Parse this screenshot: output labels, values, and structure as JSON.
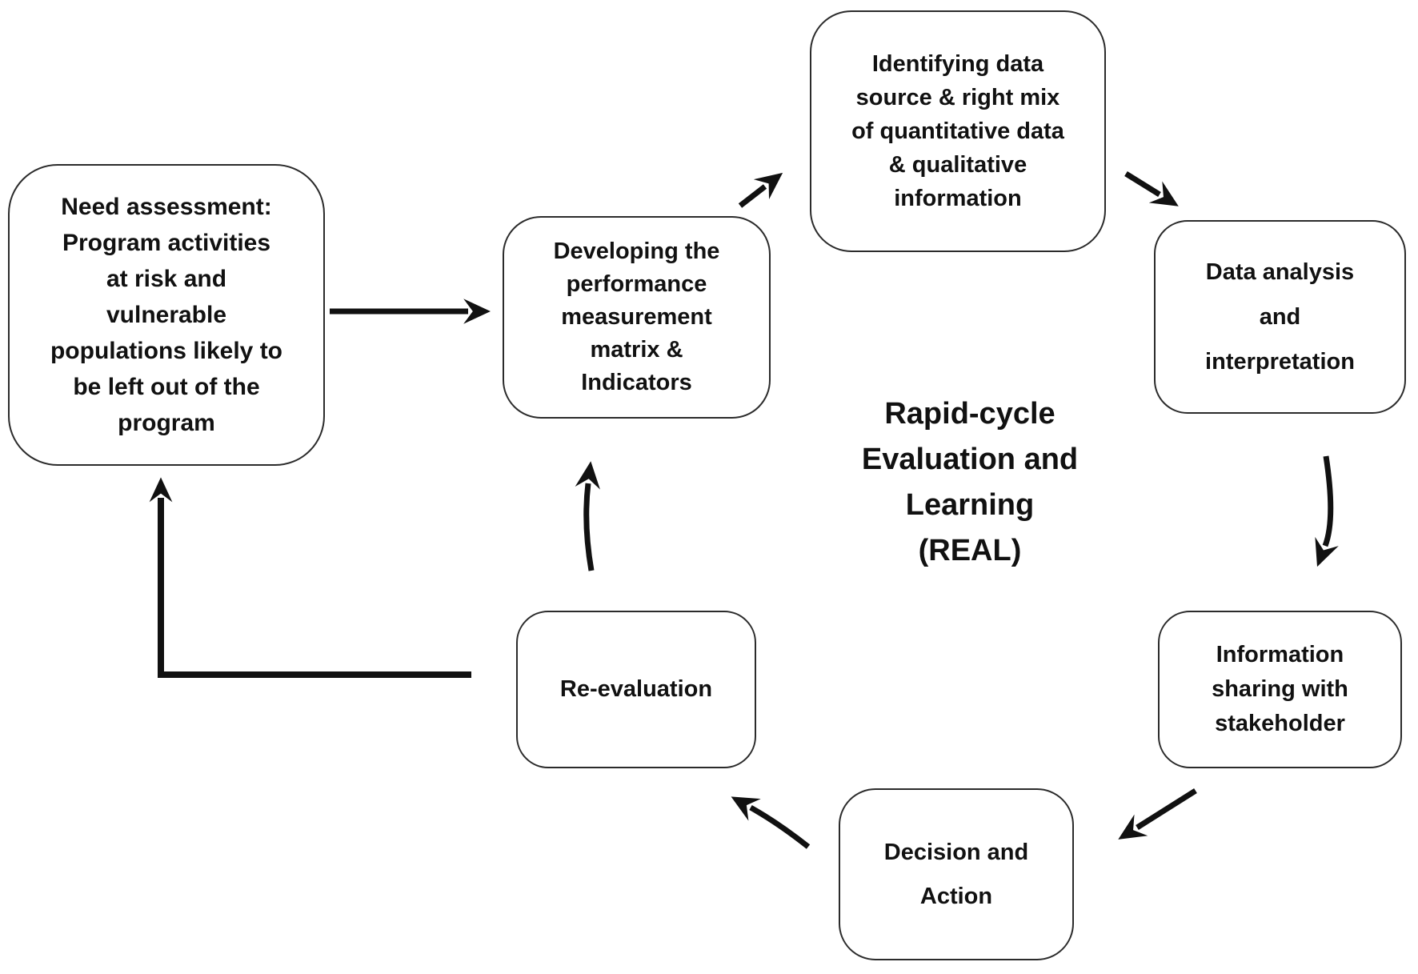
{
  "diagram_title": "Rapid-cycle\nEvaluation and\nLearning\n(REAL)",
  "nodes": [
    {
      "id": "need-assessment",
      "label": "Need assessment:\nProgram activities\nat risk and\nvulnerable\npopulations likely to\nbe left out of the\nprogram"
    },
    {
      "id": "developing-matrix",
      "label": "Developing the\nperformance\nmeasurement\nmatrix &\nIndicators"
    },
    {
      "id": "identifying-data",
      "label": "Identifying data\nsource & right mix\nof quantitative data\n& qualitative\ninformation"
    },
    {
      "id": "data-analysis",
      "label": "Data analysis\nand\ninterpretation"
    },
    {
      "id": "information-sharing",
      "label": "Information\nsharing with\nstakeholder"
    },
    {
      "id": "decision-action",
      "label": "Decision and\nAction"
    },
    {
      "id": "re-evaluation",
      "label": "Re-evaluation"
    }
  ],
  "edges": [
    {
      "from": "need-assessment",
      "to": "developing-matrix"
    },
    {
      "from": "developing-matrix",
      "to": "identifying-data"
    },
    {
      "from": "identifying-data",
      "to": "data-analysis"
    },
    {
      "from": "data-analysis",
      "to": "information-sharing"
    },
    {
      "from": "information-sharing",
      "to": "decision-action"
    },
    {
      "from": "decision-action",
      "to": "re-evaluation"
    },
    {
      "from": "re-evaluation",
      "to": "developing-matrix"
    },
    {
      "from": "re-evaluation",
      "to": "need-assessment"
    }
  ],
  "colors": {
    "background": "#ffffff",
    "box_fill": "#ffffff",
    "box_border": "#2b2b2b",
    "text": "#111111",
    "arrow": "#111111"
  }
}
